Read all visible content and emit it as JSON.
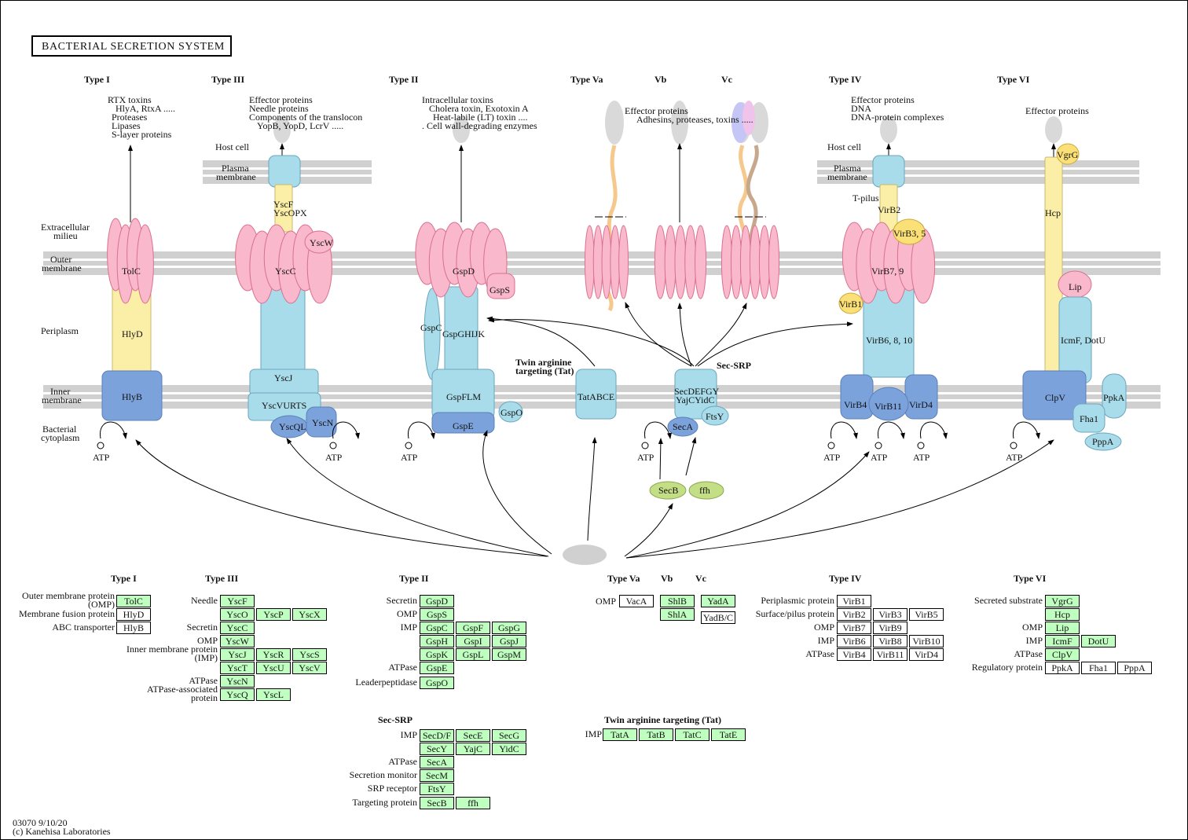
{
  "title": "BACTERIAL SECRETION SYSTEM",
  "footer": {
    "code": "03070 9/10/20",
    "copyright": "(c) Kanehisa Laboratories"
  },
  "colors": {
    "pink": "#f9b8cc",
    "light_blue": "#a9dcea",
    "dark_blue": "#7ca2dc",
    "yellow": "#fbeea6",
    "green_gene": "#bfffbf",
    "secB_green": "#c3de85",
    "membrane_grey": "#d0d0d0",
    "effector_grey": "#d9d9d9"
  },
  "types_top": [
    "Type I",
    "Type III",
    "Type II",
    "Type Va",
    "Vb",
    "Vc",
    "Type IV",
    "Type VI"
  ],
  "region_labels": {
    "extracellular": "Extracellular milieu",
    "outer": "Outer membrane",
    "periplasm": "Periplasm",
    "inner": "Inner membrane",
    "cytoplasm": "Bacterial cytoplasm",
    "host_cell": "Host cell",
    "plasma": "Plasma membrane"
  },
  "effectors": {
    "type1": [
      "RTX toxins",
      "HlyA, RtxA  .....",
      "Proteases",
      "Lipases",
      "S-layer proteins"
    ],
    "type3": [
      "Effector proteins",
      "Needle proteins",
      "Components of the translocon",
      "YopB, YopD, LcrV ....."
    ],
    "type2": [
      "Intracellular toxins",
      "Cholera toxin, Exotoxin A",
      "Heat-labile (LT) toxin  ....",
      ".  Cell wall-degrading enzymes"
    ],
    "type5": [
      "Effector proteins",
      "Adhesins, proteases, toxins ....."
    ],
    "type4": [
      "Effector proteins",
      "DNA",
      "DNA-protein complexes"
    ],
    "type6": [
      "Effector proteins"
    ]
  },
  "diagram_labels": {
    "TolC": "TolC",
    "HlyD": "HlyD",
    "HlyB": "HlyB",
    "YscF": "YscF",
    "YscOPX": "YscOPX",
    "YscW": "YscW",
    "YscC": "YscC",
    "YscJ": "YscJ",
    "YscVURTS": "YscVURTS",
    "YscQL": "YscQL",
    "YscN": "YscN",
    "GspD": "GspD",
    "GspS": "GspS",
    "GspC": "GspC",
    "GspGHIJK": "GspGHIJK",
    "GspFLM": "GspFLM",
    "GspE": "GspE",
    "GspO": "GspO",
    "Tat_label": "Twin arginine targeting (Tat)",
    "TatABCE": "TatABCE",
    "SecSRP": "Sec-SRP",
    "SecDEFGY": "SecDEFGY",
    "YajCYidC": "YajCYidC",
    "FtsY": "FtsY",
    "SecA": "SecA",
    "SecB": "SecB",
    "ffh": "ffh",
    "T_pilus": "T-pilus",
    "VirB2": "VirB2",
    "VirB3_5": "VirB3, 5",
    "VirB7_9": "VirB7, 9",
    "VirB1": "VirB1",
    "VirB6_8_10": "VirB6, 8, 10",
    "VirB4": "VirB4",
    "VirB11": "VirB11",
    "VirD4": "VirD4",
    "VgrG": "VgrG",
    "Hcp": "Hcp",
    "Lip": "Lip",
    "IcmF_DotU": "IcmF, DotU",
    "ClpV": "ClpV",
    "PpkA": "PpkA",
    "Fha1": "Fha1",
    "PppA": "PppA",
    "ATP": "ATP"
  },
  "tables": {
    "type1": {
      "header": "Type I",
      "rows": [
        {
          "label": "Outer membrane  protein (OMP)",
          "genes": [
            {
              "n": "TolC",
              "g": true
            }
          ]
        },
        {
          "label": "Membrane fusion protein",
          "genes": [
            {
              "n": "HlyD",
              "g": false
            }
          ]
        },
        {
          "label": "ABC transporter",
          "genes": [
            {
              "n": "HlyB",
              "g": false
            }
          ]
        }
      ]
    },
    "type3": {
      "header": "Type III",
      "rows": [
        {
          "label": "Needle",
          "genes": [
            {
              "n": "YscF",
              "g": true
            }
          ]
        },
        {
          "label": "",
          "genes": [
            {
              "n": "YscO",
              "g": true
            },
            {
              "n": "YscP",
              "g": true
            },
            {
              "n": "YscX",
              "g": true
            }
          ]
        },
        {
          "label": "Secretin",
          "genes": [
            {
              "n": "YscC",
              "g": true
            }
          ]
        },
        {
          "label": "OMP",
          "genes": [
            {
              "n": "YscW",
              "g": true
            }
          ]
        },
        {
          "label": "Inner membrane protein (IMP)",
          "genes": [
            {
              "n": "YscJ",
              "g": true
            },
            {
              "n": "YscR",
              "g": true
            },
            {
              "n": "YscS",
              "g": true
            }
          ]
        },
        {
          "label": "",
          "genes": [
            {
              "n": "YscT",
              "g": true
            },
            {
              "n": "YscU",
              "g": true
            },
            {
              "n": "YscV",
              "g": true
            }
          ]
        },
        {
          "label": "ATPase",
          "genes": [
            {
              "n": "YscN",
              "g": true
            }
          ]
        },
        {
          "label": "ATPase-associated protein",
          "genes": [
            {
              "n": "YscQ",
              "g": true
            },
            {
              "n": "YscL",
              "g": true
            }
          ]
        }
      ]
    },
    "type2": {
      "header": "Type II",
      "rows": [
        {
          "label": "Secretin",
          "genes": [
            {
              "n": "GspD",
              "g": true
            }
          ]
        },
        {
          "label": "OMP",
          "genes": [
            {
              "n": "GspS",
              "g": true
            }
          ]
        },
        {
          "label": "IMP",
          "genes": [
            {
              "n": "GspC",
              "g": true
            },
            {
              "n": "GspF",
              "g": true
            },
            {
              "n": "GspG",
              "g": true
            }
          ]
        },
        {
          "label": "",
          "genes": [
            {
              "n": "GspH",
              "g": true
            },
            {
              "n": "GspI",
              "g": true
            },
            {
              "n": "GspJ",
              "g": true
            }
          ]
        },
        {
          "label": "",
          "genes": [
            {
              "n": "GspK",
              "g": true
            },
            {
              "n": "GspL",
              "g": true
            },
            {
              "n": "GspM",
              "g": true
            }
          ]
        },
        {
          "label": "ATPase",
          "genes": [
            {
              "n": "GspE",
              "g": true
            }
          ]
        },
        {
          "label": "Leaderpeptidase",
          "genes": [
            {
              "n": "GspO",
              "g": true
            }
          ]
        }
      ]
    },
    "type5": {
      "header_a": "Type Va",
      "header_b": "Vb",
      "header_c": "Vc",
      "omp_label": "OMP",
      "genes_a": [
        {
          "n": "VacA",
          "g": false
        }
      ],
      "genes_b": [
        {
          "n": "ShlB",
          "g": true
        },
        {
          "n": "ShlA",
          "g": true
        }
      ],
      "genes_c": [
        {
          "n": "YadA",
          "g": true
        },
        {
          "n": "YadB/C",
          "g": false
        }
      ]
    },
    "type4": {
      "header": "Type IV",
      "rows": [
        {
          "label": "Periplasmic protein",
          "genes": [
            {
              "n": "VirB1",
              "g": false
            }
          ]
        },
        {
          "label": "Surface/pilus protein",
          "genes": [
            {
              "n": "VirB2",
              "g": false
            },
            {
              "n": "VirB3",
              "g": false
            },
            {
              "n": "VirB5",
              "g": false
            }
          ]
        },
        {
          "label": "OMP",
          "genes": [
            {
              "n": "VirB7",
              "g": false
            },
            {
              "n": "VirB9",
              "g": false
            }
          ]
        },
        {
          "label": "IMP",
          "genes": [
            {
              "n": "VirB6",
              "g": false
            },
            {
              "n": "VirB8",
              "g": false
            },
            {
              "n": "VirB10",
              "g": false
            }
          ]
        },
        {
          "label": "ATPase",
          "genes": [
            {
              "n": "VirB4",
              "g": false
            },
            {
              "n": "VirB11",
              "g": false
            },
            {
              "n": "VirD4",
              "g": false
            }
          ]
        }
      ]
    },
    "type6": {
      "header": "Type VI",
      "rows": [
        {
          "label": "Secreted substrate",
          "genes": [
            {
              "n": "VgrG",
              "g": true
            }
          ]
        },
        {
          "label": "",
          "genes": [
            {
              "n": "Hcp",
              "g": true
            }
          ]
        },
        {
          "label": "OMP",
          "genes": [
            {
              "n": "Lip",
              "g": true
            }
          ]
        },
        {
          "label": "IMP",
          "genes": [
            {
              "n": "IcmF",
              "g": true
            },
            {
              "n": "DotU",
              "g": true
            }
          ]
        },
        {
          "label": "ATPase",
          "genes": [
            {
              "n": "ClpV",
              "g": true
            }
          ]
        },
        {
          "label": "Regulatory protein",
          "genes": [
            {
              "n": "PpkA",
              "g": false
            },
            {
              "n": "Fha1",
              "g": false
            },
            {
              "n": "PppA",
              "g": false
            }
          ]
        }
      ]
    },
    "secsrp": {
      "header": "Sec-SRP",
      "rows": [
        {
          "label": "IMP",
          "genes": [
            {
              "n": "SecD/F",
              "g": true
            },
            {
              "n": "SecE",
              "g": true
            },
            {
              "n": "SecG",
              "g": true
            }
          ]
        },
        {
          "label": "",
          "genes": [
            {
              "n": "SecY",
              "g": true
            },
            {
              "n": "YajC",
              "g": true
            },
            {
              "n": "YidC",
              "g": true
            }
          ]
        },
        {
          "label": "ATPase",
          "genes": [
            {
              "n": "SecA",
              "g": true
            }
          ]
        },
        {
          "label": "Secretion monitor",
          "genes": [
            {
              "n": "SecM",
              "g": true
            }
          ]
        },
        {
          "label": "SRP receptor",
          "genes": [
            {
              "n": "FtsY",
              "g": true
            }
          ]
        },
        {
          "label": "Targeting protein",
          "genes": [
            {
              "n": "SecB",
              "g": true
            },
            {
              "n": "ffh",
              "g": true
            }
          ]
        }
      ]
    },
    "tat": {
      "header": "Twin arginine targeting (Tat)",
      "rows": [
        {
          "label": "IMP",
          "genes": [
            {
              "n": "TatA",
              "g": true
            },
            {
              "n": "TatB",
              "g": true
            },
            {
              "n": "TatC",
              "g": true
            },
            {
              "n": "TatE",
              "g": true
            }
          ]
        }
      ]
    }
  }
}
